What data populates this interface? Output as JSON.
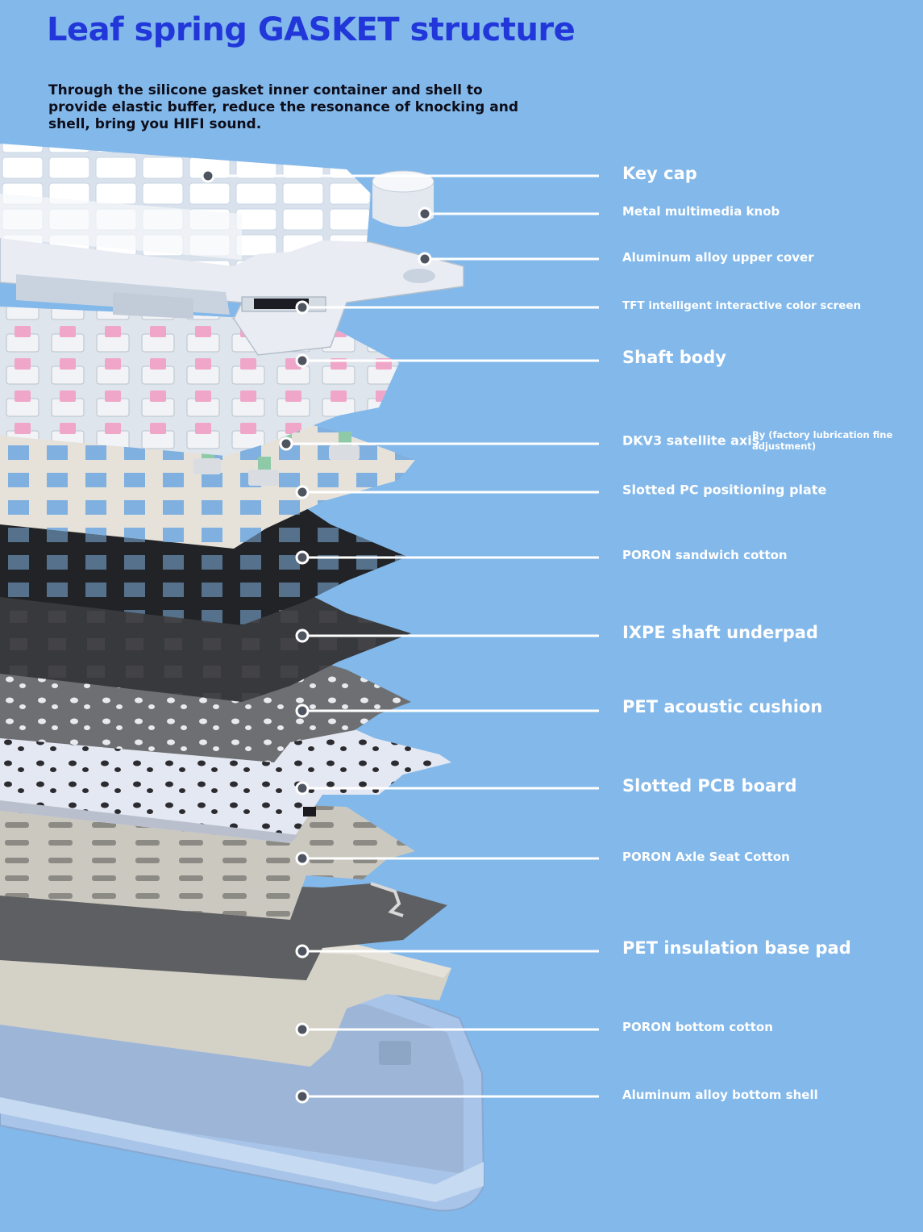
{
  "title": "Leaf spring GASKET structure",
  "subtitle": "Through the silicone gasket inner container and shell to provide elastic buffer, reduce the resonance of knocking and shell, bring you HIFI sound.",
  "layers": [
    {
      "id": "key-cap",
      "label": "Key cap",
      "size": "big"
    },
    {
      "id": "metal-multimedia-knob",
      "label": "Metal multimedia knob",
      "size": "small"
    },
    {
      "id": "aluminum-alloy-upper-cover",
      "label": "Aluminum alloy upper cover",
      "size": "small"
    },
    {
      "id": "tft-color-screen",
      "label": "TFT intelligent interactive color screen",
      "size": "small"
    },
    {
      "id": "shaft-body",
      "label": "Shaft body",
      "size": "big"
    },
    {
      "id": "dkv3-satellite-axis",
      "label": "DKV3 satellite axis",
      "size": "small",
      "note": "By (factory lubrication fine adjustment)"
    },
    {
      "id": "slotted-pc-positioning-plate",
      "label": "Slotted PC positioning plate",
      "size": "small"
    },
    {
      "id": "poron-sandwich-cotton",
      "label": "PORON sandwich cotton",
      "size": "small"
    },
    {
      "id": "ixpe-shaft-underpad",
      "label": "IXPE shaft underpad",
      "size": "big"
    },
    {
      "id": "pet-acoustic-cushion",
      "label": "PET acoustic cushion",
      "size": "big"
    },
    {
      "id": "slotted-pcb-board",
      "label": "Slotted PCB board",
      "size": "big"
    },
    {
      "id": "poron-axle-seat-cotton",
      "label": "PORON Axle Seat Cotton",
      "size": "small"
    },
    {
      "id": "pet-insulation-base-pad",
      "label": "PET insulation base pad",
      "size": "big"
    },
    {
      "id": "poron-bottom-cotton",
      "label": "PORON bottom cotton",
      "size": "small"
    },
    {
      "id": "aluminum-alloy-bottom-shell",
      "label": "Aluminum alloy bottom shell",
      "size": "small"
    }
  ],
  "colors": {
    "background": "#82b8ea",
    "title": "#2137d9",
    "subtitle": "#0e0e1a",
    "label": "#ffffff",
    "leader_line": "#ffffff"
  }
}
